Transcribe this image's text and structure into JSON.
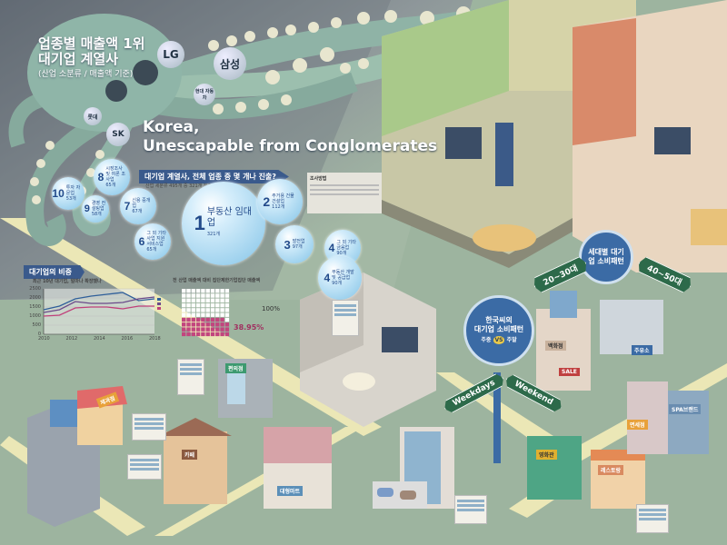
{
  "header": {
    "title_line1": "업종별 매출액 1위",
    "title_line2": "대기업 계열사",
    "subtitle": "(산업 소분류 / 매출액 기준)",
    "en_line1": "Korea,",
    "en_line2": "Unescapable from Conglomerates"
  },
  "octopus": {
    "groups": [
      "LG",
      "삼성",
      "SK",
      "롯데",
      "현대 자동차"
    ]
  },
  "bubbles": {
    "ribbon": "대기업 계열사, 전체 업종 중 몇 개나 진출?",
    "note": "산업 세분류 495개 중 321개 진출",
    "items": [
      {
        "rank": "1",
        "label": "부동산 임대업",
        "count": "321개"
      },
      {
        "rank": "2",
        "label": "주거용 건물 건설업",
        "count": "112개"
      },
      {
        "rank": "3",
        "label": "발전업",
        "count": "97개"
      },
      {
        "rank": "4",
        "label": "그 외 기타 금융업",
        "count": "90개"
      },
      {
        "rank": "4",
        "label": "부동산 개발 및 공급업",
        "count": "90개"
      },
      {
        "rank": "6",
        "label": "그 외 기타 사업 지원 서비스업",
        "count": "65개"
      },
      {
        "rank": "7",
        "label": "신용 중개업",
        "count": "67개"
      },
      {
        "rank": "8",
        "label": "시장조사 및 여론 조사업",
        "count": "65개"
      },
      {
        "rank": "9",
        "label": "경영 컨설팅업",
        "count": "58개"
      },
      {
        "rank": "10",
        "label": "투자 자문업",
        "count": "53개"
      }
    ]
  },
  "survey": {
    "title": "조사방법"
  },
  "chart_section": {
    "ribbon": "대기업의 비중",
    "title": "최근 10년 대기업, 얼마나 확장했나",
    "waffle_title": "전 산업 매출액 대비 집단제한기업집단 매출액",
    "full_label": "100%",
    "share_label": "38.95%",
    "share": 38.95
  },
  "chart_data": {
    "type": "line",
    "x": [
      "2010",
      "2011",
      "2012",
      "2013",
      "2014",
      "2015",
      "2016",
      "2017"
    ],
    "xticks": [
      "2010",
      "2012",
      "2014",
      "2016",
      "2018"
    ],
    "yticks": [
      0,
      500,
      1000,
      1500,
      2000,
      2500
    ],
    "ylim": [
      0,
      2500
    ],
    "series": [
      {
        "color": "#2f5f9a",
        "values": [
          1350,
          1550,
          1950,
          2100,
          2200,
          2300,
          1850,
          1950
        ]
      },
      {
        "color": "#6a4a8a",
        "values": [
          1200,
          1350,
          1800,
          1700,
          1700,
          1750,
          1950,
          2050
        ]
      },
      {
        "color": "#c0407a",
        "values": [
          1000,
          1050,
          1450,
          1500,
          1500,
          1400,
          1550,
          1550
        ]
      }
    ]
  },
  "signs": {
    "generation": "세대별 대기업 소비패턴",
    "age_young": "20~30대",
    "age_old": "40~50대",
    "korean_line1": "한국씨의",
    "korean_line2": "대기업 소비패턴",
    "weekday": "주중",
    "vs": "VS",
    "weekend_kr": "주말",
    "weekdays_en": "Weekdays",
    "weekend_en": "Weekend"
  },
  "stores": {
    "bakery": "제과점",
    "convenience": "편의점",
    "cafe": "카페",
    "mart": "대형마트",
    "department": "백화점",
    "gas": "주유소",
    "spa": "SPA브랜드",
    "cinema": "영화관",
    "restaurant": "레스토랑",
    "dutyfree": "면세점",
    "sale": "SALE"
  }
}
